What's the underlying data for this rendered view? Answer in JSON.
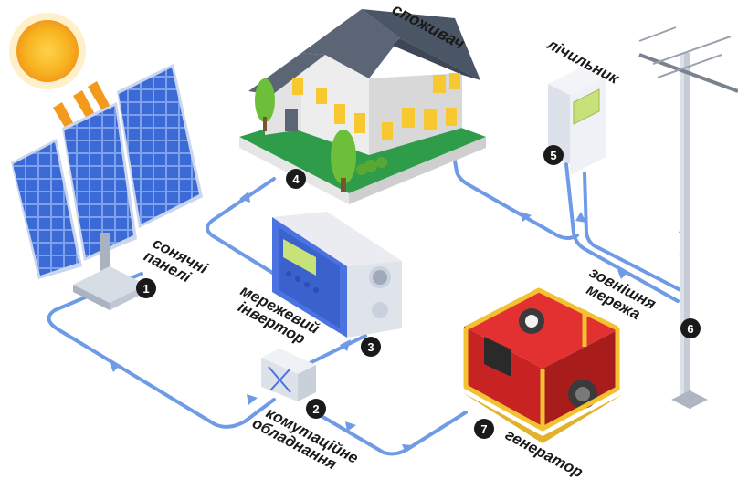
{
  "labels": {
    "solar_panels_1": "сонячні",
    "solar_panels_2": "панелі",
    "inverter_1": "мережевий",
    "inverter_2": "інвертор",
    "consumer": "споживач",
    "meter": "лічильник",
    "grid_1": "зовнішня",
    "grid_2": "мережа",
    "switching_1": "комутаційне",
    "switching_2": "обладнання",
    "generator": "генератор"
  },
  "badges": {
    "solar": "1",
    "switching": "2",
    "inverter": "3",
    "house": "4",
    "meter": "5",
    "grid": "6",
    "generator": "7"
  },
  "colors": {
    "flow_line": "#6f9be6",
    "badge": "#1a1a1a",
    "sun": "#f7b320",
    "panel": "#3d6fd8",
    "inverter": "#4a72e0",
    "lawn": "#2f9c4a",
    "roof": "#4a5566",
    "generator": "#d62b2b",
    "generator_frame": "#f2c230"
  }
}
